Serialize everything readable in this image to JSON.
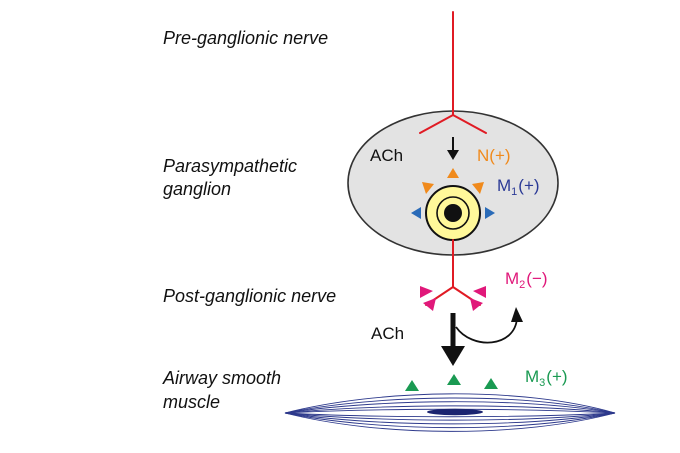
{
  "labels": {
    "pre_ganglionic": "Pre-ganglionic nerve",
    "ganglion_line1": "Parasympathetic",
    "ganglion_line2": "ganglion",
    "post_ganglionic": "Post-ganglionic nerve",
    "muscle_line1": "Airway smooth",
    "muscle_line2": "muscle"
  },
  "transmitter": {
    "top": "ACh",
    "bottom": "ACh"
  },
  "receptors": {
    "n": {
      "text": "N(+)",
      "color": "#f08a1c"
    },
    "m1": {
      "base": "M",
      "sub": "1",
      "sign": "(+)",
      "color": "#2b3a96"
    },
    "m2": {
      "base": "M",
      "sub": "2",
      "sign": "(−)",
      "color": "#e0187a"
    },
    "m3": {
      "base": "M",
      "sub": "3",
      "sign": "(+)",
      "color": "#1a9a52"
    }
  },
  "colors": {
    "nerve": "#e01b24",
    "ganglion_fill": "#e3e3e3",
    "cell_ring": "#fff89a",
    "muscle_lines": "#2e3a8c",
    "arrow": "#111111",
    "m1_blue": "#2a6bb8"
  },
  "icons": {
    "ganglion_cell": "cell-nucleus-icon",
    "feedback_arrow": "curved-arrow-icon",
    "release_arrow": "down-arrow-icon"
  }
}
